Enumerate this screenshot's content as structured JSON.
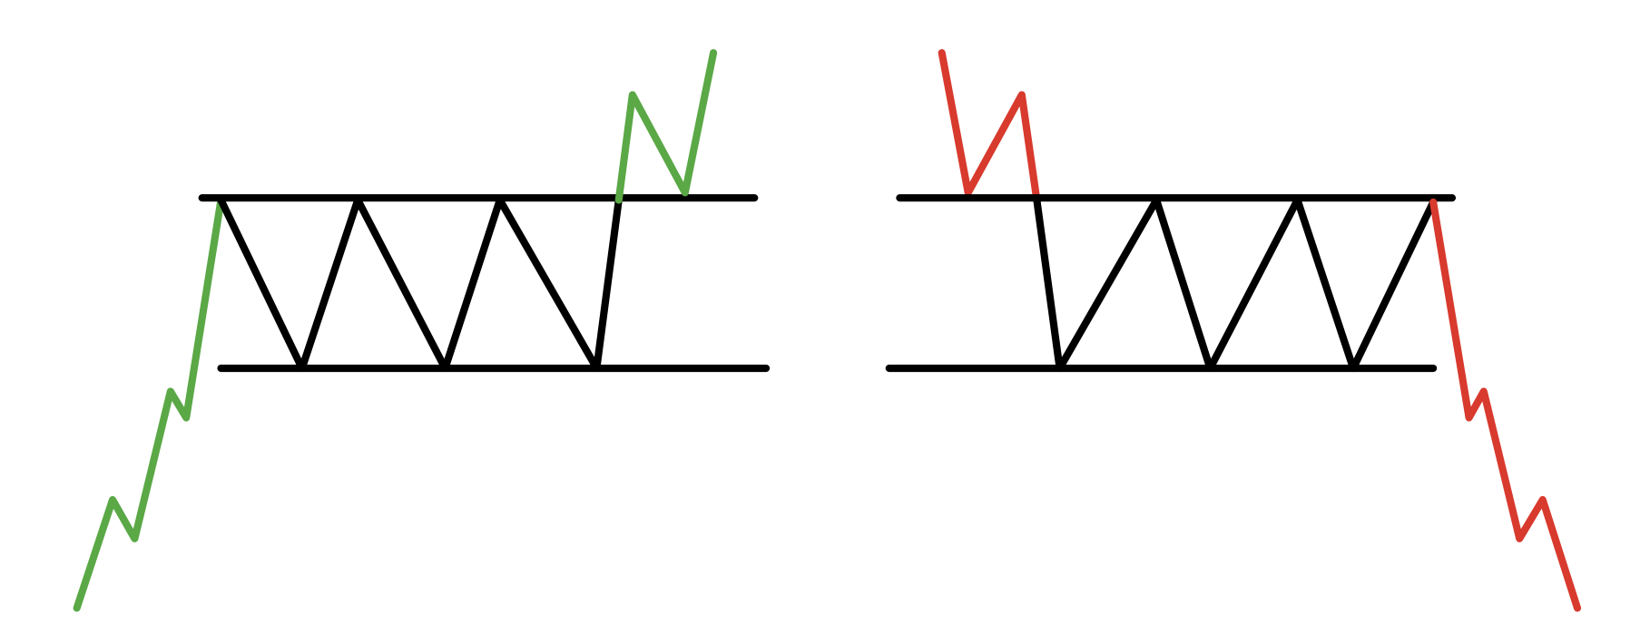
{
  "colors": {
    "bullish": "#5aa846",
    "bearish": "#d83a2e",
    "range": "#000000"
  },
  "patterns": [
    {
      "name": "bullish-rectangle-breakout",
      "trend": "up"
    },
    {
      "name": "bearish-rectangle-breakdown",
      "trend": "down"
    }
  ]
}
